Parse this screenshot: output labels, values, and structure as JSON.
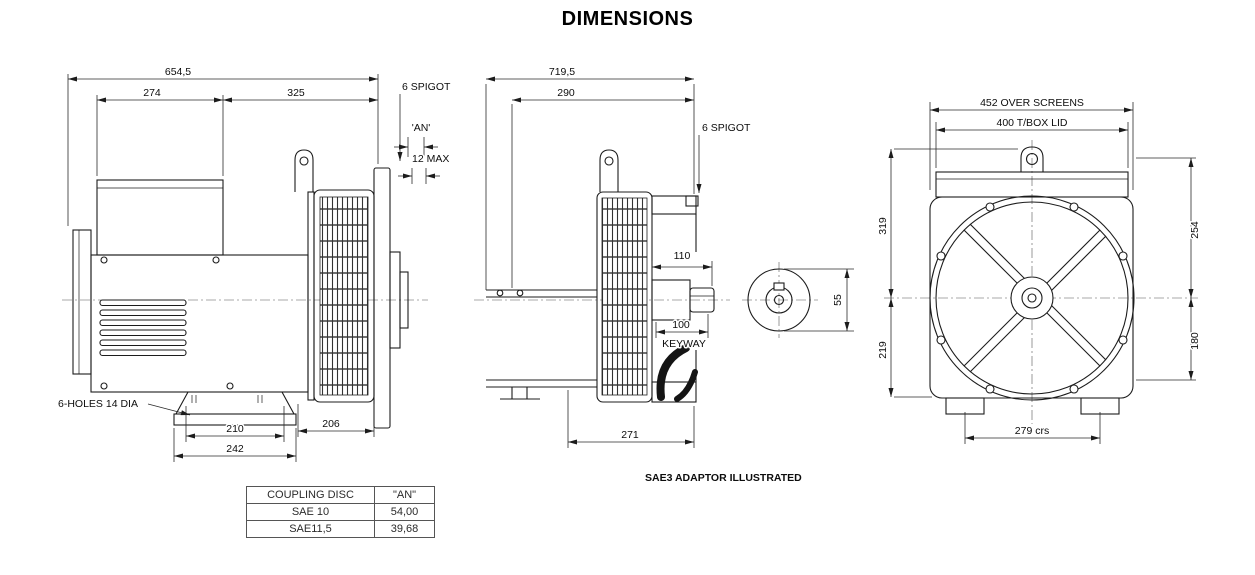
{
  "title": "DIMENSIONS",
  "caption": "SAE3 ADAPTOR ILLUSTRATED",
  "left_view": {
    "overall_length": "654,5",
    "frame_length": "274",
    "adaptor_length": "325",
    "spigot_label": "6 SPIGOT",
    "an_label": "'AN'",
    "max_label": "12 MAX",
    "holes_label": "6-HOLES 14 DIA",
    "foot_holes": "210",
    "foot_length": "242",
    "grille_length": "206"
  },
  "middle_view": {
    "overall_length": "719,5",
    "adaptor_length": "290",
    "spigot_label": "6 SPIGOT",
    "shaft_ext": "110",
    "keyway_length": "100",
    "keyway_label": "KEYWAY",
    "bell_length": "271",
    "shaft_dia": "55"
  },
  "right_view": {
    "over_screens": "452 OVER SCREENS",
    "tbox_lid": "400 T/BOX LID",
    "height_top": "319",
    "height_bottom": "219",
    "right_top": "254",
    "right_bottom": "180",
    "foot_centres": "279 crs"
  },
  "coupling_table": {
    "headers": [
      "COUPLING DISC",
      "\"AN\""
    ],
    "rows": [
      {
        "disc": "SAE 10",
        "an": "54,00"
      },
      {
        "disc": "SAE11,5",
        "an": "39,68"
      }
    ]
  }
}
